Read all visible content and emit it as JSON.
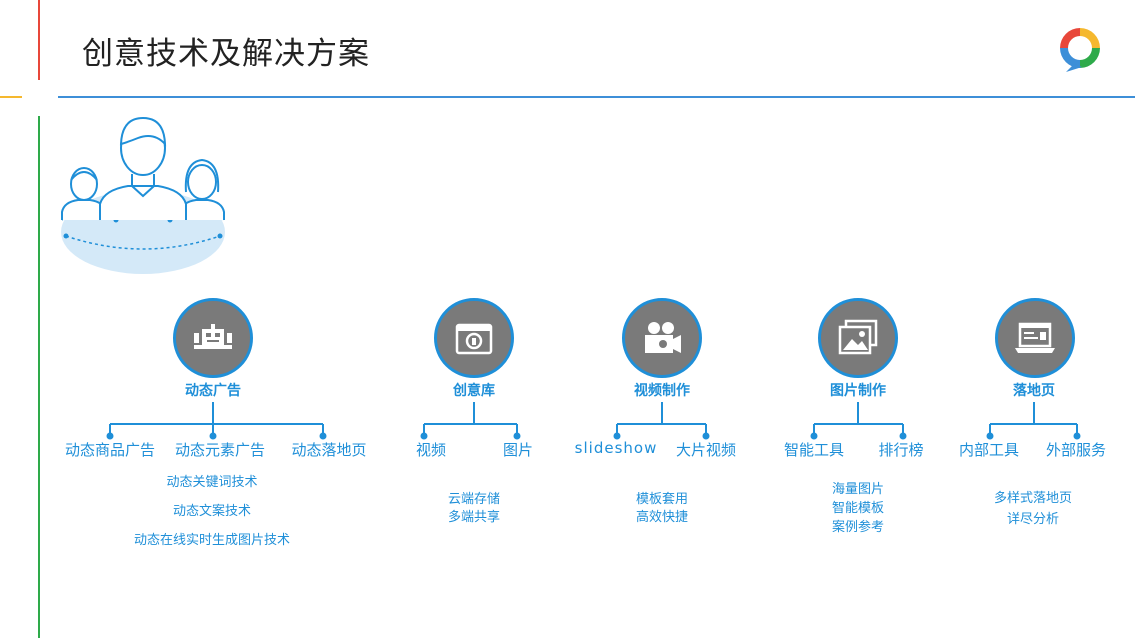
{
  "title": "创意技术及解决方案",
  "colors": {
    "accent": "#1f8fd8",
    "node_fill": "#7a7a7a"
  },
  "categories": [
    {
      "label": "动态广告",
      "icon": "robot-icon",
      "leaves": [
        "动态商品广告",
        "动态元素广告",
        "动态落地页"
      ],
      "desc": [
        "动态关键词技术",
        "动态文案技术",
        "动态在线实时生成图片技术"
      ]
    },
    {
      "label": "创意库",
      "icon": "idea-box-icon",
      "leaves": [
        "视频",
        "图片"
      ],
      "desc": [
        "云端存储",
        "多端共享"
      ]
    },
    {
      "label": "视频制作",
      "icon": "video-camera-icon",
      "leaves": [
        "slideshow",
        "大片视频"
      ],
      "desc": [
        "模板套用",
        "高效快捷"
      ]
    },
    {
      "label": "图片制作",
      "icon": "picture-icon",
      "leaves": [
        "智能工具",
        "排行榜"
      ],
      "desc": [
        "海量图片",
        "智能模板",
        "案例参考"
      ]
    },
    {
      "label": "落地页",
      "icon": "laptop-icon",
      "leaves": [
        "内部工具",
        "外部服务"
      ],
      "desc": [
        "多样式落地页",
        "详尽分析"
      ]
    }
  ]
}
